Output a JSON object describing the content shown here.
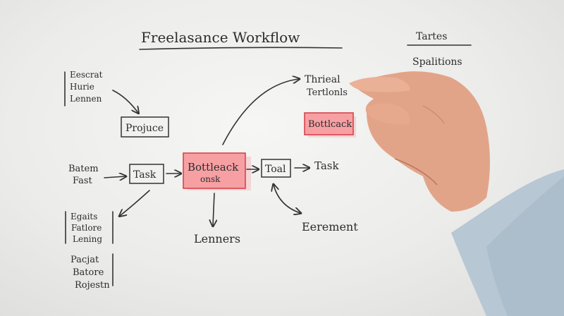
{
  "title": "Freelasance Workflow",
  "corner": {
    "heading": "Tartes",
    "sub": "Spalitions"
  },
  "left_notes": {
    "top": [
      "Eescrat",
      "Hurie",
      "Lennen"
    ],
    "mid": [
      "Batem",
      "Fast"
    ],
    "lower": [
      "Egaits",
      "Fatlore",
      "Lening"
    ],
    "bottom": [
      "Pacjat",
      "Batore",
      "Rojestn"
    ]
  },
  "nodes": {
    "projuce": "Projuce",
    "task_left": "Task",
    "bottleneck_main": [
      "Bottleack",
      "onsk"
    ],
    "toal": "Toal",
    "task_right": "Task",
    "thrieal": [
      "Thrieal",
      "Tertlonls"
    ],
    "bottleneck_note": "Bottlcack",
    "lenners": "Lenners",
    "eerement": "Eerement"
  },
  "colors": {
    "ink": "#333333",
    "sticky_fill": "#f7a0a3",
    "sticky_border": "#d6444c",
    "board": "#efefed"
  }
}
